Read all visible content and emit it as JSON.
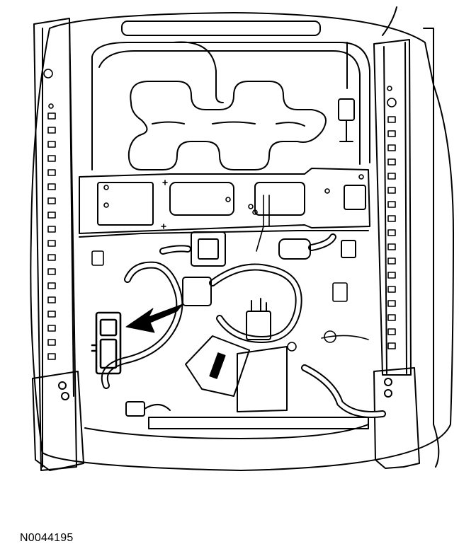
{
  "figure": {
    "id": "N0044195",
    "subject": "seat-frame-underside-wiring-diagram",
    "stroke_color": "#000000",
    "background_color": "#ffffff",
    "highlight": "arrow-pointing-to-connector-left-side"
  }
}
